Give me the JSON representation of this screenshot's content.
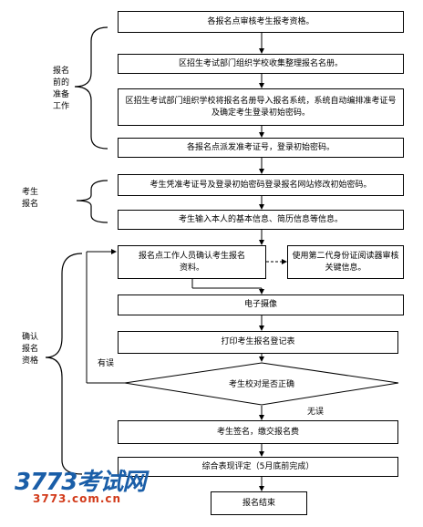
{
  "steps": {
    "s1": "各报名点审核考生报考资格。",
    "s2": "区招生考试部门组织学校收集整理报名名册。",
    "s3": "区招生考试部门组织学校将报名名册导入报名系统，系统自动编排准考证号及确定考生登录初始密码。",
    "s4": "各报名点派发准考证号，登录初始密码。",
    "s5": "考生凭准考证号及登录初始密码登录报名网站修改初始密码。",
    "s6": "考生输入本人的基本信息、简历信息等信息。",
    "s7": "报名点工作人员确认考生报名资料。",
    "s7b": "使用第二代身份证阅读器审核关键信息。",
    "s8": "电子摄像",
    "s9": "打印考生报名登记表",
    "decision": "考生校对是否正确",
    "s10": "考生签名，缴交报名费",
    "s11": "综合表现评定（5月底前完成）",
    "end": "报名结束"
  },
  "groups": {
    "prep": "报名\n前的\n准备\n工作",
    "enroll": "考生\n报名",
    "confirm": "确认\n报名\n资格"
  },
  "branches": {
    "wrong": "有误",
    "correct": "无误"
  },
  "watermark": {
    "brand": "3773考试网",
    "url": "3773.com.cn"
  }
}
